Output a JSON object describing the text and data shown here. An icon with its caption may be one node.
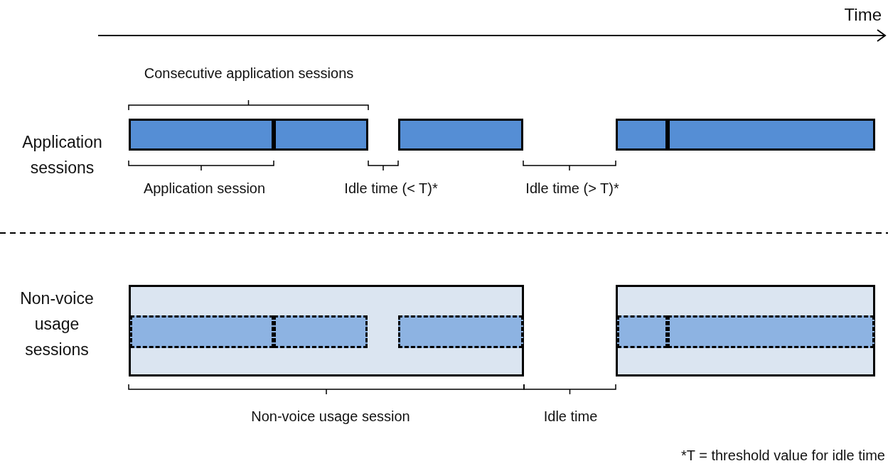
{
  "diagram": {
    "nodes": [
      {
        "text": [],
        "shape": "bar"
      },
      {
        "text": [],
        "shape": "bar"
      },
      {
        "text": [],
        "shape": "bar"
      },
      {
        "text": [],
        "shape": "bar"
      },
      {
        "text": [],
        "shape": "bar"
      },
      {
        "text": [],
        "shape": "box"
      },
      {
        "text": [],
        "shape": "bar",
        "in": 5
      },
      {
        "text": [],
        "shape": "bar",
        "in": 5
      },
      {
        "text": [],
        "shape": "bar",
        "in": 5
      },
      {
        "text": [],
        "shape": "box"
      },
      {
        "text": [],
        "shape": "bar",
        "in": 9
      },
      {
        "text": [],
        "shape": "bar",
        "in": 9
      }
    ],
    "labels": [
      "Time",
      "Consecutive application sessions",
      "Application sessions",
      "Application session",
      "Idle time (< T)*",
      "Idle time (> T)*",
      "Non-voice usage sessions",
      "Non-voice usage session",
      "Idle time",
      "*T = threshold value for idle time"
    ]
  }
}
